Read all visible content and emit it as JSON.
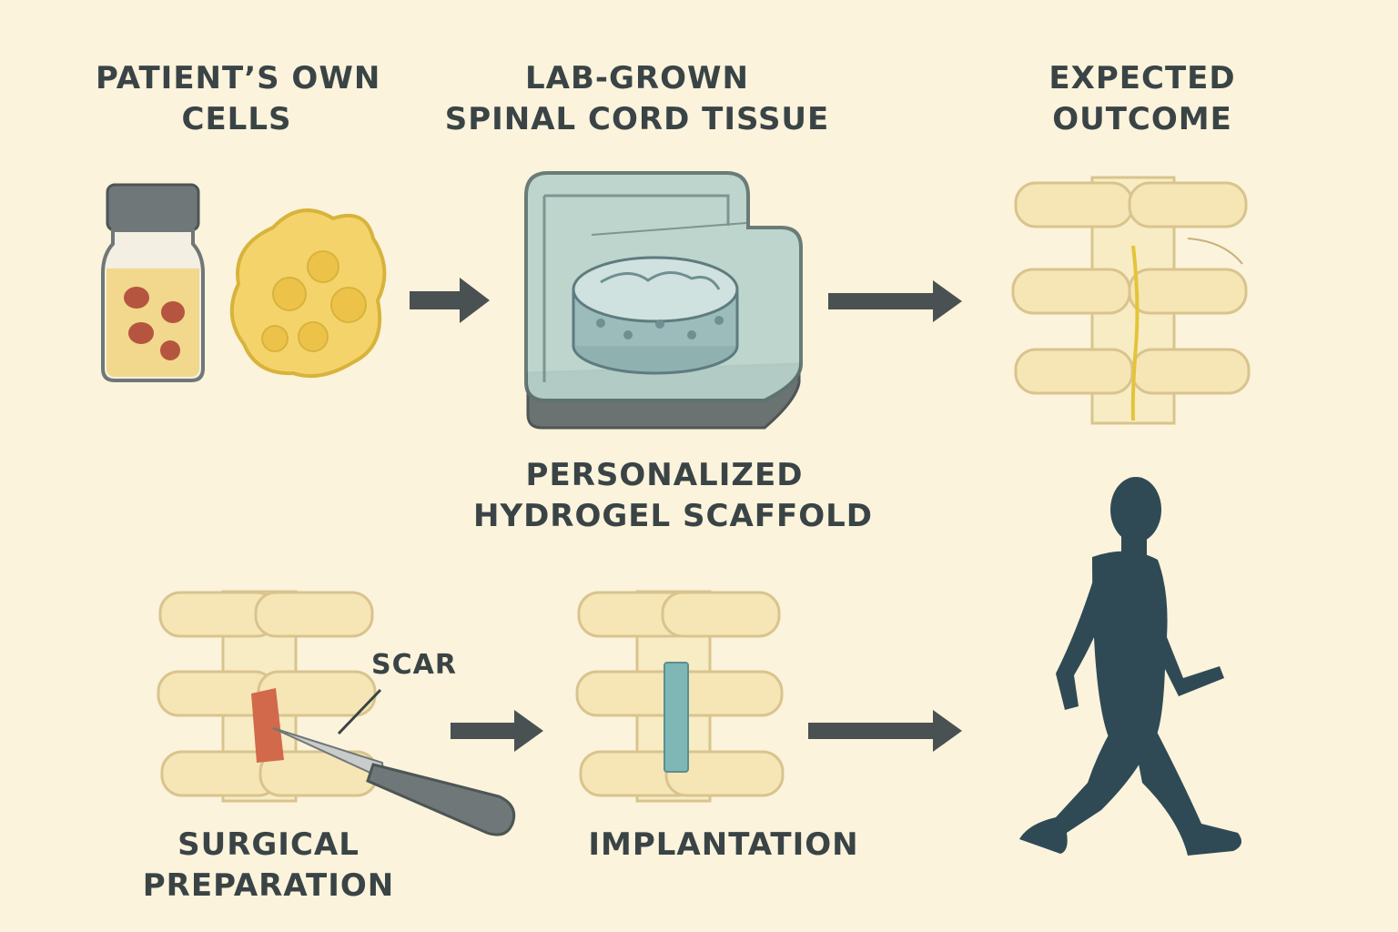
{
  "labels": {
    "patient_cells": [
      "PATIENT’S OWN",
      "CELLS"
    ],
    "lab_grown": [
      "LAB-GROWN",
      "SPINAL CORD TISSUE"
    ],
    "expected_outcome": [
      "EXPECTED",
      "OUTCOME"
    ],
    "scaffold": [
      "PERSONALIZED",
      "HYDROGEL SCAFFOLD"
    ],
    "scar": "SCAR",
    "surgical_prep": [
      "SURGICAL",
      "PREPARATION"
    ],
    "implantation": "IMPLANTATION"
  },
  "colors": {
    "background": "#fbf3db",
    "text": "#3a4446",
    "bone": "#f6e6b6",
    "bone_outline": "#d9c48e",
    "arrow": "#4a5152",
    "cell_red": "#b6553f",
    "cell_yellow": "#f4d46a",
    "scar": "#d2694a",
    "implant": "#7fb7b6",
    "figure": "#2f4a55",
    "nerve": "#e3c43a"
  },
  "icons": [
    "vial-icon",
    "cell-cluster-icon",
    "hydrogel-box-icon",
    "spine-icon",
    "scalpel-icon",
    "walking-person-icon",
    "arrow-icon"
  ]
}
